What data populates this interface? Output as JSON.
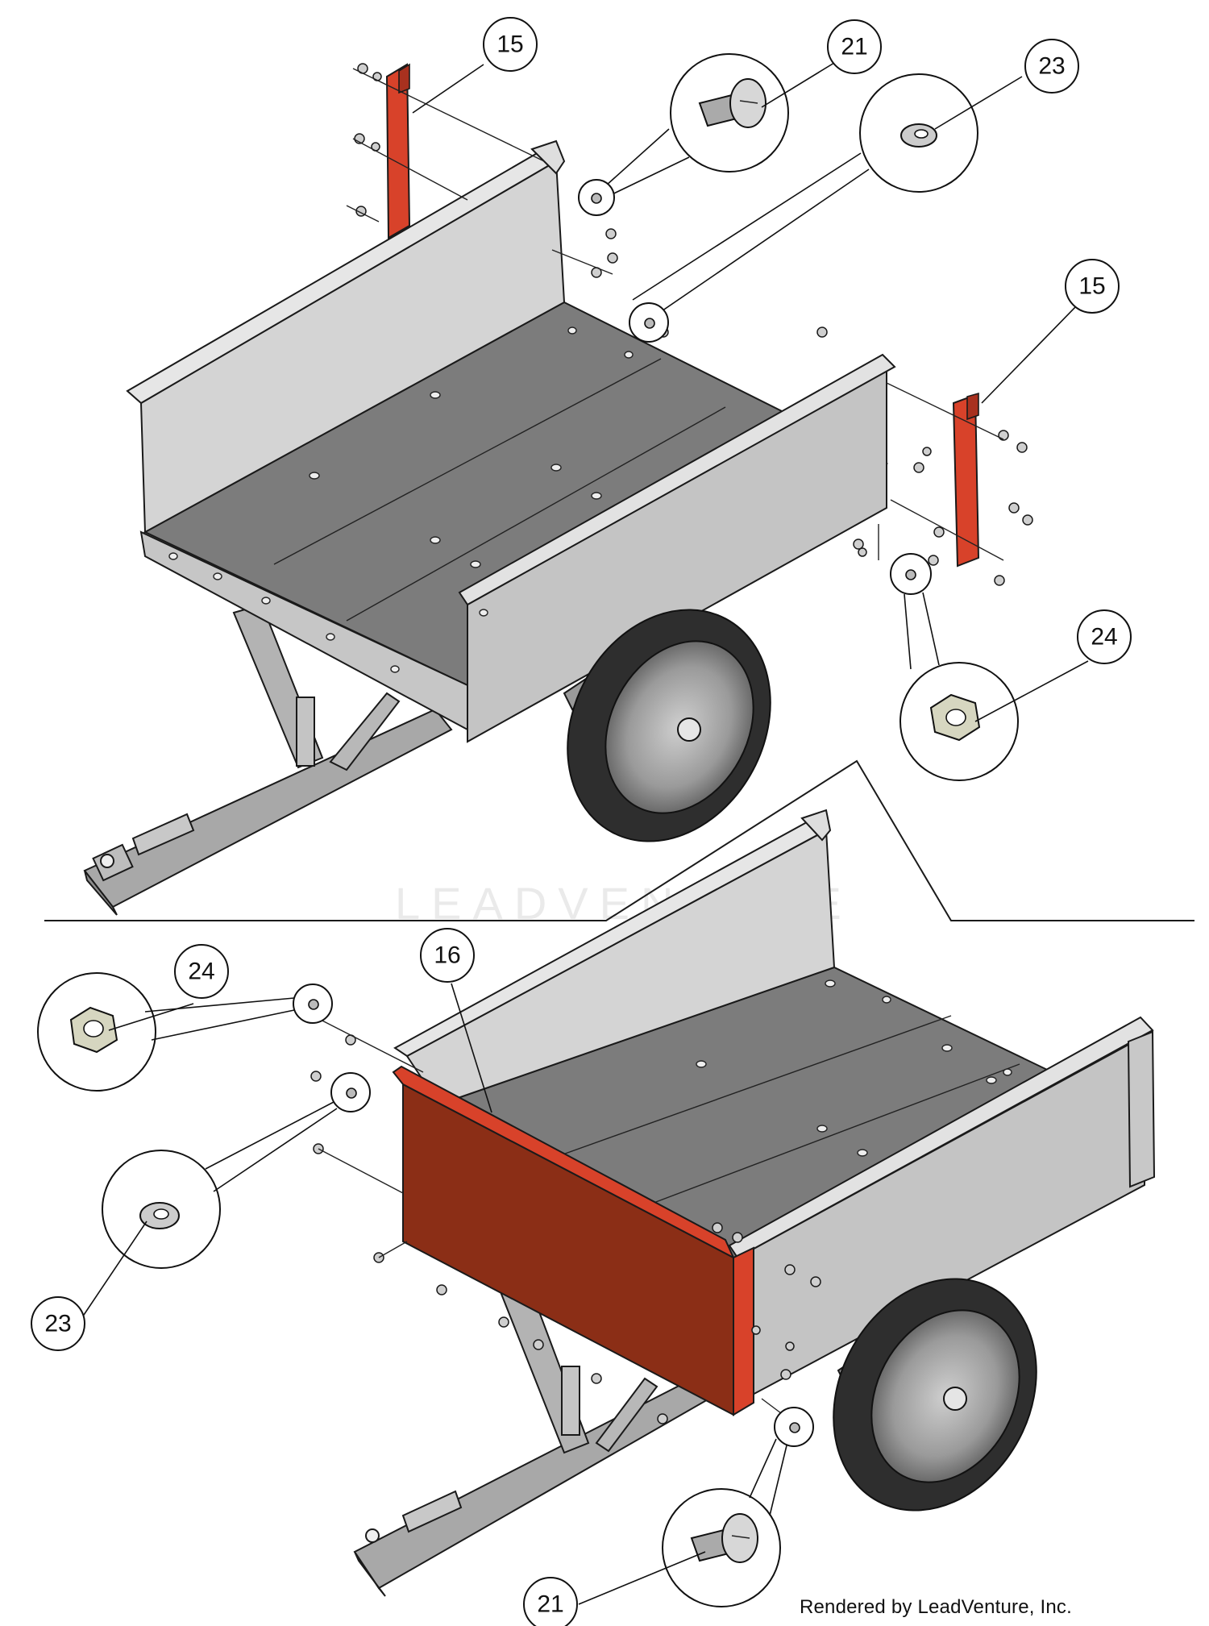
{
  "watermark": "LEADVENTURE",
  "footer": "Rendered by LeadVenture, Inc.",
  "callouts": [
    {
      "id": "top-15a",
      "label": "15"
    },
    {
      "id": "top-21",
      "label": "21"
    },
    {
      "id": "top-23",
      "label": "23"
    },
    {
      "id": "top-15b",
      "label": "15"
    },
    {
      "id": "top-24",
      "label": "24"
    },
    {
      "id": "bot-24",
      "label": "24"
    },
    {
      "id": "bot-16",
      "label": "16"
    },
    {
      "id": "bot-23",
      "label": "23"
    },
    {
      "id": "bot-21",
      "label": "21"
    }
  ],
  "colors": {
    "bracket_red": "#d8422a",
    "tailgate_red": "#8b2e16",
    "steel_light": "#d2d2d2",
    "steel_mid": "#a9a9a9",
    "steel_dark": "#7a7a7a",
    "tire": "#2b2b2b"
  }
}
